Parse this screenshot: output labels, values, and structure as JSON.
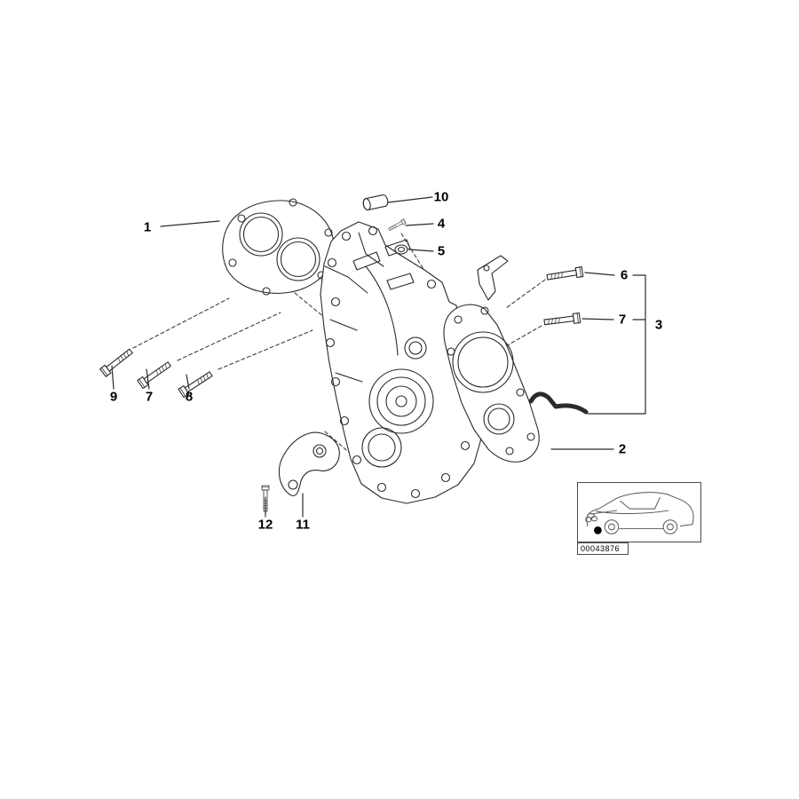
{
  "diagram": {
    "colors": {
      "ink": "#2b2b2b",
      "background": "#ffffff"
    },
    "drawing": "engine-timing-case-exploded-view",
    "callouts": [
      {
        "id": "pos-1",
        "label": "1"
      },
      {
        "id": "pos-10",
        "label": "10"
      },
      {
        "id": "pos-4",
        "label": "4"
      },
      {
        "id": "pos-5",
        "label": "5"
      },
      {
        "id": "pos-6",
        "label": "6"
      },
      {
        "id": "pos-7-upper",
        "label": "7"
      },
      {
        "id": "pos-3",
        "label": "3"
      },
      {
        "id": "pos-2",
        "label": "2"
      },
      {
        "id": "pos-9",
        "label": "9"
      },
      {
        "id": "pos-7-left",
        "label": "7"
      },
      {
        "id": "pos-8",
        "label": "8"
      },
      {
        "id": "pos-12",
        "label": "12"
      },
      {
        "id": "pos-11",
        "label": "11"
      }
    ],
    "thumbnail": {
      "icon": "car-silhouette-icon",
      "image_id": "00043876"
    }
  }
}
